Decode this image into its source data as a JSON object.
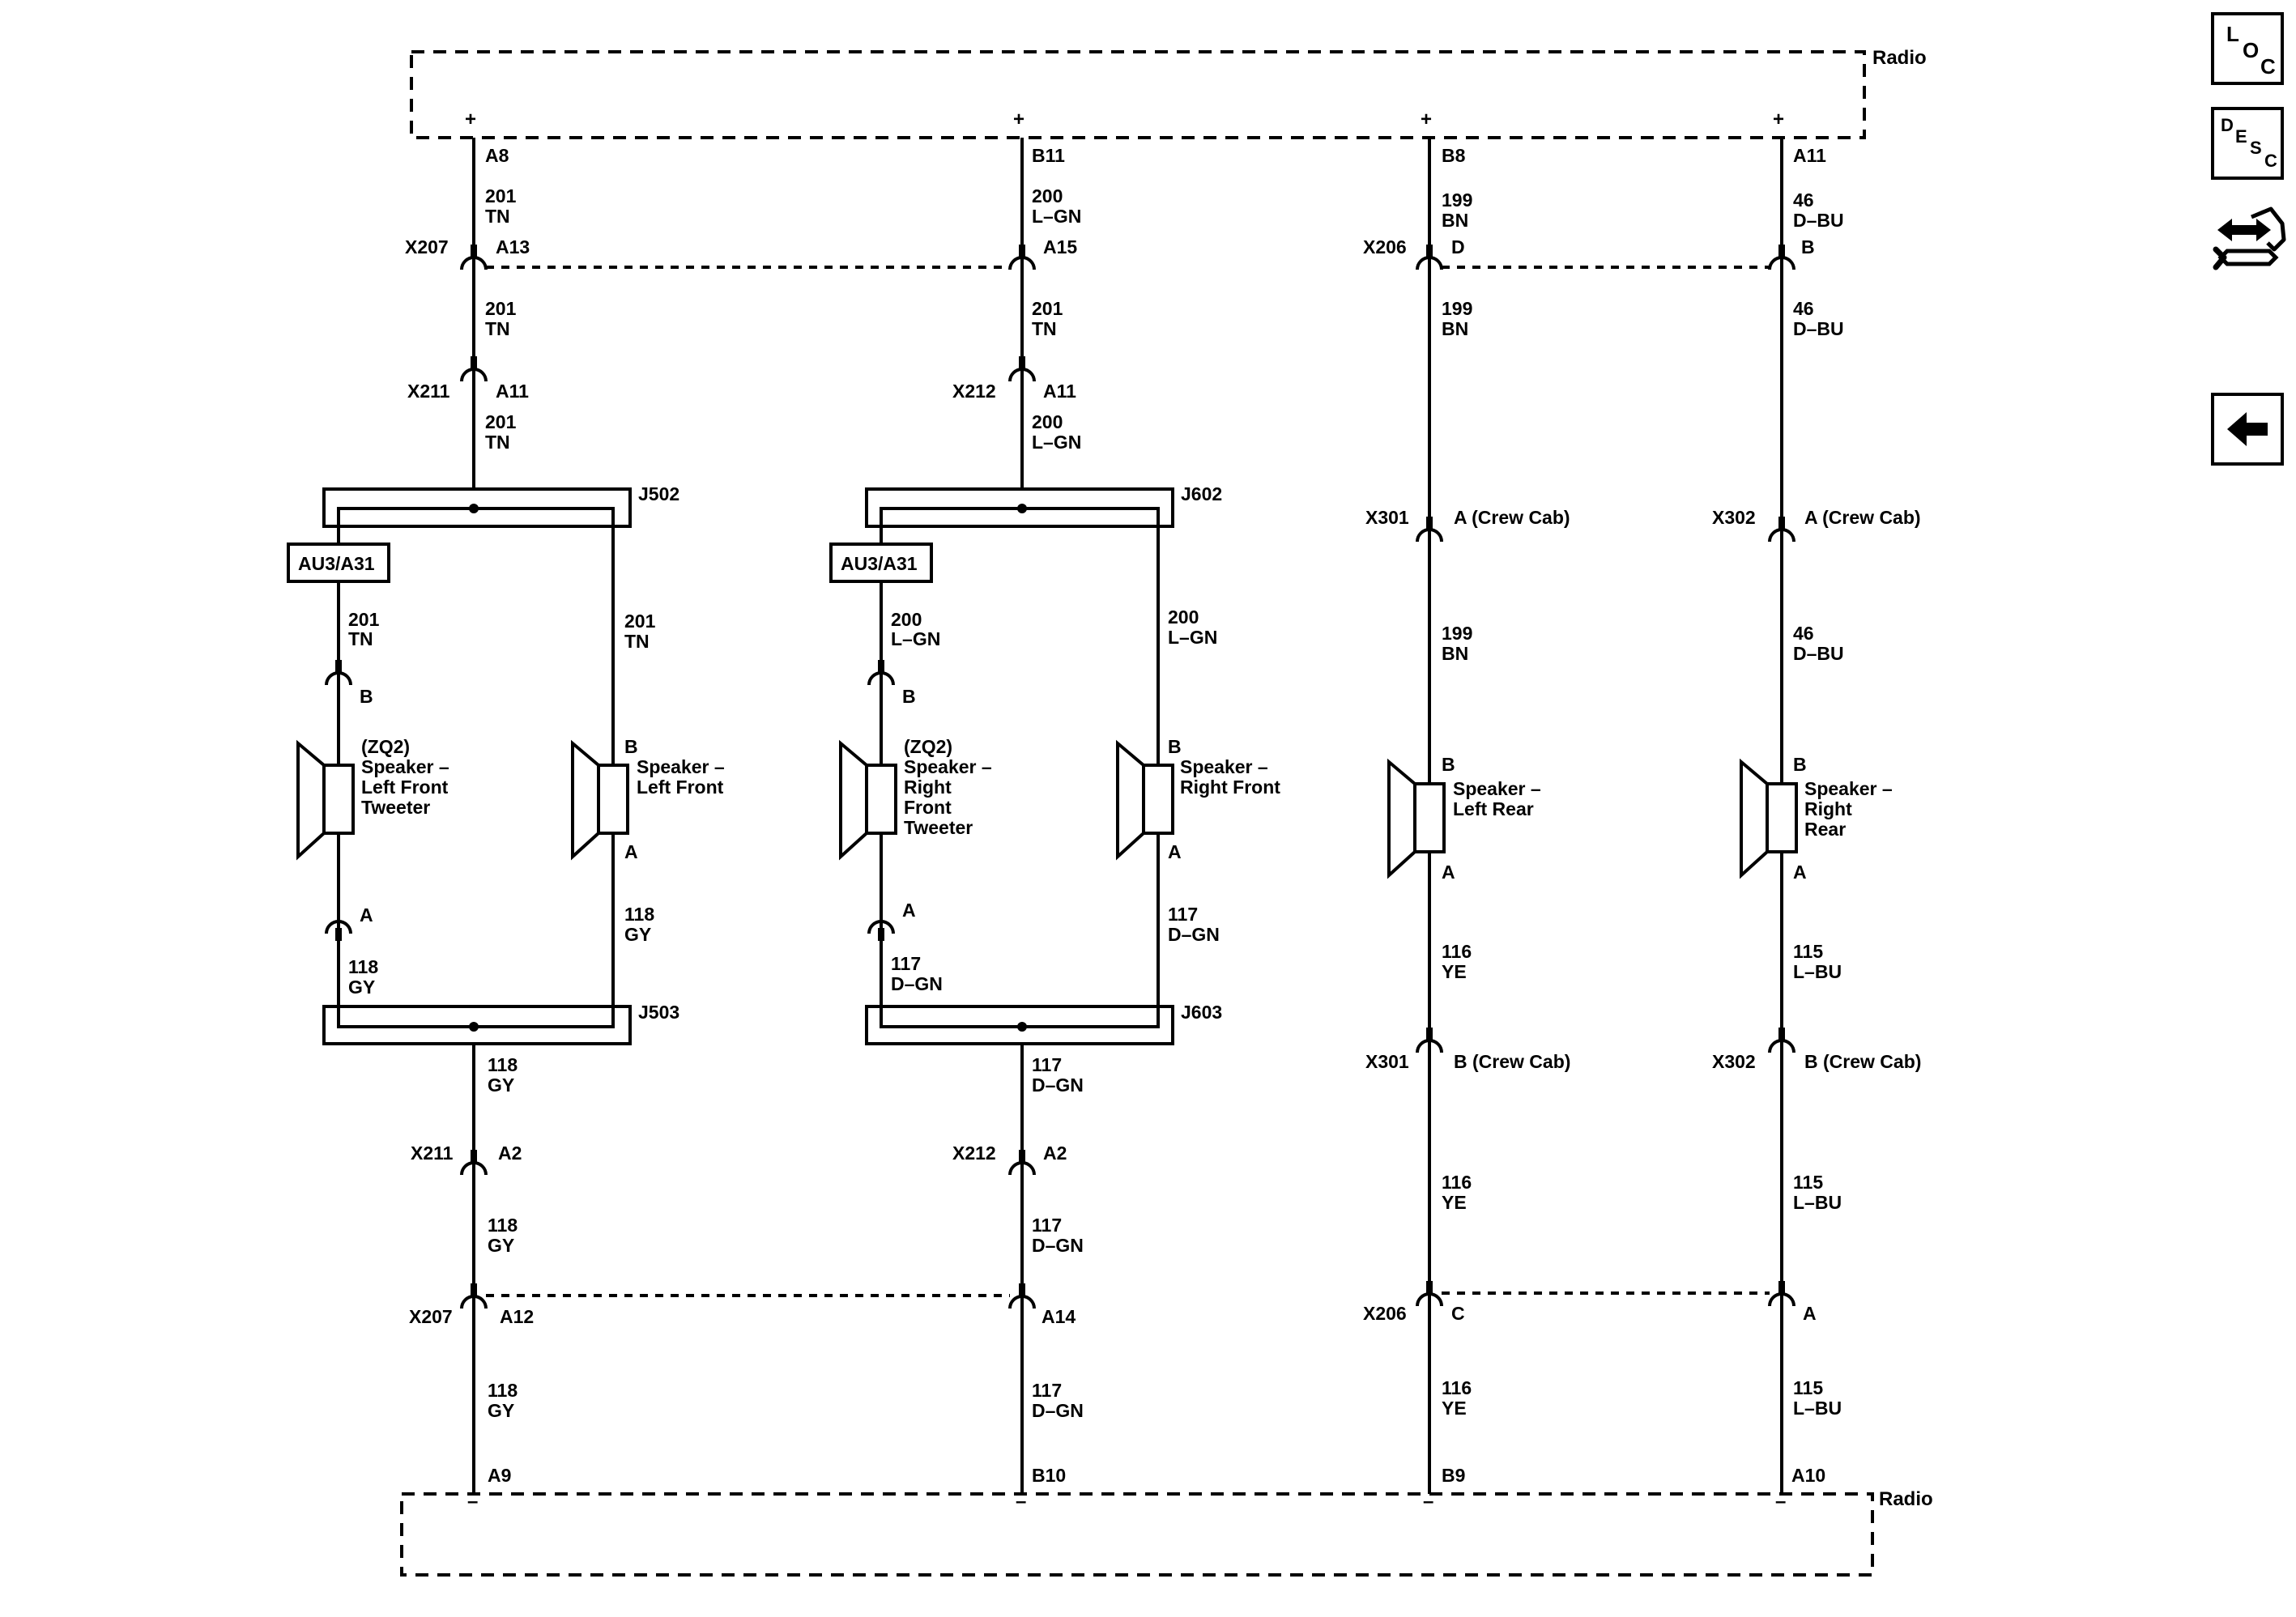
{
  "modules": {
    "radio_top": "Radio",
    "radio_bottom": "Radio"
  },
  "top_pins": [
    "A8",
    "B11",
    "B8",
    "A11"
  ],
  "bottom_pins": [
    "A9",
    "B10",
    "B9",
    "A10"
  ],
  "polarity": {
    "plus": "+",
    "minus": "–"
  },
  "connectors": {
    "x207_top": "X207",
    "x207_top_p1": "A13",
    "x207_top_p2": "A15",
    "x206_top": "X206",
    "x206_top_p1": "D",
    "x206_top_p2": "B",
    "x211_top": "X211",
    "x211_top_p": "A11",
    "x212_top": "X212",
    "x212_top_p": "A11",
    "x301_top": "X301",
    "x301_top_p": "A (Crew Cab)",
    "x302_top": "X302",
    "x302_top_p": "A (Crew Cab)",
    "x301_bot": "X301",
    "x301_bot_p": "B (Crew Cab)",
    "x302_bot": "X302",
    "x302_bot_p": "B (Crew Cab)",
    "x211_bot": "X211",
    "x211_bot_p": "A2",
    "x212_bot": "X212",
    "x212_bot_p": "A2",
    "x207_bot": "X207",
    "x207_bot_p1": "A12",
    "x207_bot_p2": "A14",
    "x206_bot": "X206",
    "x206_bot_p1": "C",
    "x206_bot_p2": "A"
  },
  "splices": {
    "j502": "J502",
    "j503": "J503",
    "j602": "J602",
    "j603": "J603"
  },
  "options": {
    "left": "AU3/A31",
    "right": "AU3/A31"
  },
  "wires": {
    "c1_a_num": "201",
    "c1_a_col": "TN",
    "c1_b_num": "201",
    "c1_b_col": "TN",
    "c1_c_num": "201",
    "c1_c_col": "TN",
    "lt_num": "201",
    "lt_col": "TN",
    "lf_num": "201",
    "lf_col": "TN",
    "lt_bot_num": "118",
    "lt_bot_col": "GY",
    "lf_bot_num": "118",
    "lf_bot_col": "GY",
    "c1_d_num": "118",
    "c1_d_col": "GY",
    "c1_e_num": "118",
    "c1_e_col": "GY",
    "c1_f_num": "118",
    "c1_f_col": "GY",
    "c2_a_num": "200",
    "c2_a_col": "L–GN",
    "c2_b_num": "201",
    "c2_b_col": "TN",
    "c2_c_num": "200",
    "c2_c_col": "L–GN",
    "rt_num": "200",
    "rt_col": "L–GN",
    "rf_num": "200",
    "rf_col": "L–GN",
    "rt_bot_num": "117",
    "rt_bot_col": "D–GN",
    "rf_bot_num": "117",
    "rf_bot_col": "D–GN",
    "c2_d_num": "117",
    "c2_d_col": "D–GN",
    "c2_e_num": "117",
    "c2_e_col": "D–GN",
    "c2_f_num": "117",
    "c2_f_col": "D–GN",
    "c3_a_num": "199",
    "c3_a_col": "BN",
    "c3_b_num": "199",
    "c3_b_col": "BN",
    "c3_c_num": "199",
    "c3_c_col": "BN",
    "c3_d_num": "116",
    "c3_d_col": "YE",
    "c3_e_num": "116",
    "c3_e_col": "YE",
    "c3_f_num": "116",
    "c3_f_col": "YE",
    "c4_a_num": "46",
    "c4_a_col": "D–BU",
    "c4_b_num": "46",
    "c4_b_col": "D–BU",
    "c4_c_num": "46",
    "c4_c_col": "D–BU",
    "c4_d_num": "115",
    "c4_d_col": "L–BU",
    "c4_e_num": "115",
    "c4_e_col": "L–BU",
    "c4_f_num": "115",
    "c4_f_col": "L–BU"
  },
  "speakers": {
    "lft": {
      "opt": "(ZQ2)",
      "l1": "Speaker –",
      "l2": "Left Front",
      "l3": "Tweeter",
      "pin_b": "B",
      "pin_a": "A"
    },
    "lf": {
      "l1": "Speaker –",
      "l2": "Left Front",
      "pin_b": "B",
      "pin_a": "A"
    },
    "rft": {
      "opt": "(ZQ2)",
      "l1": "Speaker –",
      "l2": "Right",
      "l3": "Front",
      "l4": "Tweeter",
      "pin_b": "B",
      "pin_a": "A"
    },
    "rf": {
      "l1": "Speaker –",
      "l2": "Right Front",
      "pin_b": "B",
      "pin_a": "A"
    },
    "lr": {
      "l1": "Speaker –",
      "l2": "Left Rear",
      "pin_b": "B",
      "pin_a": "A"
    },
    "rr": {
      "l1": "Speaker –",
      "l2": "Right",
      "l3": "Rear",
      "pin_b": "B",
      "pin_a": "A"
    }
  },
  "nav": {
    "loc": {
      "l1": "L",
      "l2": "O",
      "l3": "C",
      "icon": "loc-icon"
    },
    "desc": {
      "l1": "D",
      "l2": "E",
      "l3": "S",
      "l4": "C",
      "icon": "desc-icon"
    },
    "connector_icon": "connector-tool-icon",
    "back_icon": "back-arrow-icon"
  }
}
